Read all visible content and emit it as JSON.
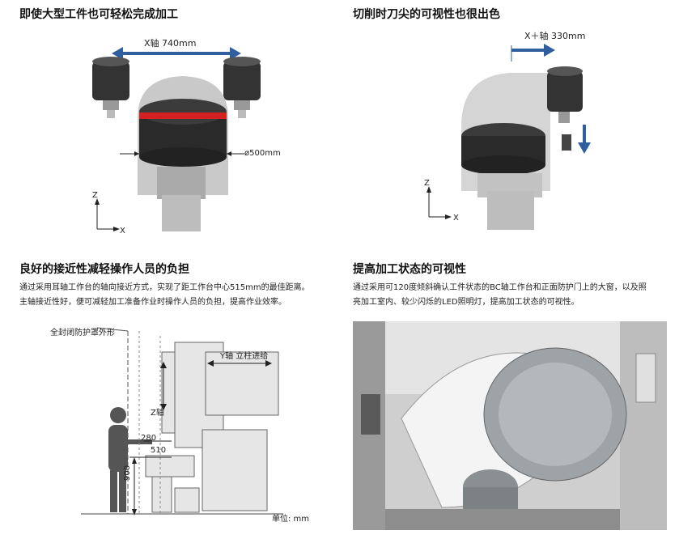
{
  "tl": {
    "title": "即使大型工件也可轻松完成加工",
    "x_axis_label": "X轴  740mm",
    "diameter_label": "ø500mm",
    "z": "Z",
    "x": "X"
  },
  "tr": {
    "title": "切削时刀尖的可视性也很出色",
    "x_axis_label": "X＋轴 330mm",
    "z": "Z",
    "x": "X"
  },
  "bl": {
    "title": "良好的接近性减轻操作人员的负担",
    "para_line1": "通过采用耳轴工作台的轴向接近方式，实现了距工作台中心515mm的最佳距离。",
    "para_line2": "主轴接近性好，便可减轻加工准备作业时操作人员的负担，提高作业效率。",
    "enclosure_label": "全封闭防护罩外形",
    "y_axis_label": "Y轴 立柱进给",
    "z_axis_label": "Z轴",
    "dim_280": "280",
    "dim_510": "510",
    "dim_900": "900",
    "unit_label": "单位:  mm"
  },
  "br": {
    "title": "提高加工状态的可视性",
    "para_line1": "通过采用可120度倾斜确认工件状态的BC轴工作台和正面防护门上的大窗，以及照",
    "para_line2": "亮加工室内、较少闪烁的LED照明灯，提高加工状态的可视性。"
  },
  "colors": {
    "arrow_blue": "#2f5f9e",
    "red_band": "#d42020",
    "dark": "#2a2a2a"
  }
}
